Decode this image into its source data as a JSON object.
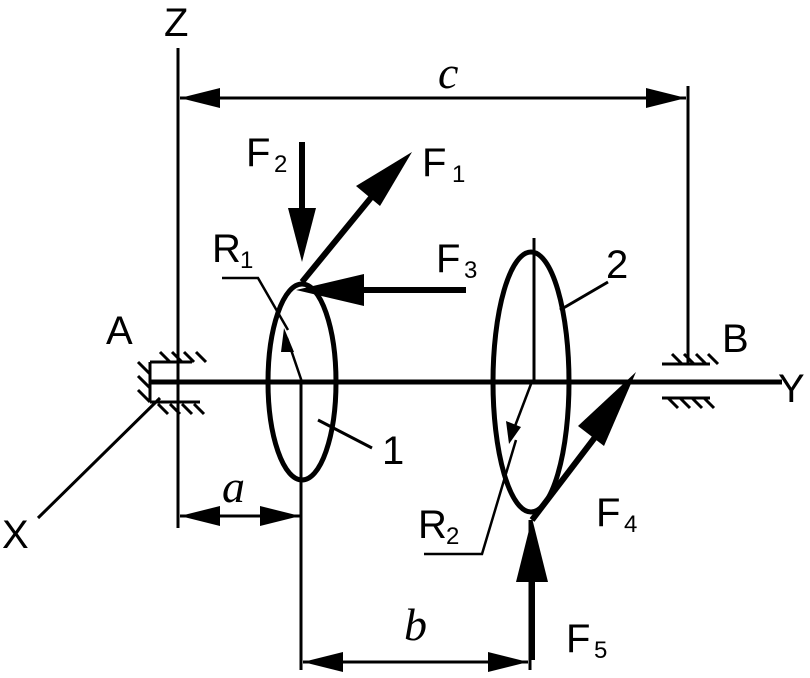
{
  "axes": {
    "z": "Z",
    "y": "Y",
    "x": "X"
  },
  "supports": {
    "left": "A",
    "right": "B"
  },
  "dimensions": {
    "a": "a",
    "b": "b",
    "c": "c"
  },
  "forces": {
    "f1": {
      "main": "F",
      "sub": "1"
    },
    "f2": {
      "main": "F",
      "sub": "2"
    },
    "f3": {
      "main": "F",
      "sub": "3"
    },
    "f4": {
      "main": "F",
      "sub": "4"
    },
    "f5": {
      "main": "F",
      "sub": "5"
    }
  },
  "radii": {
    "r1": {
      "main": "R",
      "sub": "1"
    },
    "r2": {
      "main": "R",
      "sub": "2"
    }
  },
  "wheels": {
    "w1": "1",
    "w2": "2"
  }
}
